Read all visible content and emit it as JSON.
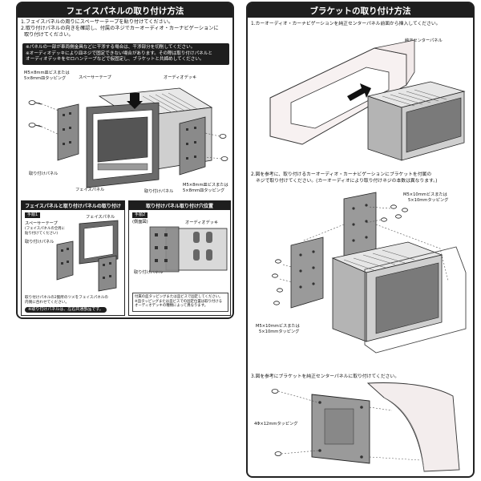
{
  "left_panel": {
    "title": "フェイスパネルの取り付け方法",
    "step1": "1.フェイスパネルの周りにスペーサーテープを貼り付けてください。",
    "step2_line1": "2.取り付けパネルの向きを確認し、付属のネジでカーオーディオ・カーナビゲーションに",
    "step2_line2": "取り付けてください。",
    "note_line1": "※パネルの一部が車両側金具などに干渉する場合は、干渉部分を切削してください。",
    "note_line2": "※オーディオデッキにより皿ネジで固定できない場合があります。その際は取り付けパネルと",
    "note_line3": "オーディオデッキをセロハンテープなどで仮固定し、ブラケットと共締めしてください。",
    "labels": {
      "screw_top_1": "M5×8mm皿ビスまたは",
      "screw_top_2": "5×8mm皿タッピング",
      "spacer_tape": "スペーサーテープ",
      "audio_deck": "オーディオデッキ",
      "mount_panel_left": "取り付けパネル",
      "face_panel": "フェイスパネル",
      "mount_panel_right": "取り付けパネル",
      "screw_bottom_1": "M5×8mm皿ビスまたは",
      "screw_bottom_2": "5×8mm皿タッピング"
    },
    "sub_left": {
      "title": "フェイスパネルと取り付けパネルの取り付け",
      "step_tag": "手順1",
      "spacer_tape": "スペーサーテープ",
      "spacer_note_1": "(フェイスパネルの全周に",
      "spacer_note_2": "貼り付けてください)",
      "face_panel": "フェイスパネル",
      "mount_panel": "取り付けパネル",
      "bottom_1": "取り付けパネルの2箇所のツメをフェイスパネルの",
      "bottom_2": "内側に合わせてください。",
      "warn": "※取り付けパネルは、左右共通部品です。"
    },
    "sub_right": {
      "title": "取り付けパネル取り付け穴位置",
      "step_tag_1": "手順2",
      "step_tag_2": "(側面図)",
      "audio_deck": "オーディオデッキ",
      "mount_panel": "取り付けパネル",
      "box_1": "付属の皿タッピングまたは皿ビスで固定してください。",
      "box_2": "※皿タッピングまたは皿ビスでの固定位置は取り付ける",
      "box_3": "オーディオデッキの種類によって異なります。"
    }
  },
  "right_panel": {
    "title": "ブラケットの取り付け方法",
    "step1": "1.カーオーディオ・カーナビゲーションを純正センターパネル前面から挿入してください。",
    "label_center_panel": "純正センターパネル",
    "step2_line1": "2.図を参考に、取り付けるカーオーディオ・カーナビゲーションにブラケットを付属の",
    "step2_line2": "ネジで取り付けてください。(カーオーディオにより取り付けネジの本数は異なります。)",
    "screw_top_1": "M5×10mmビスまたは",
    "screw_top_2": "5×10mmタッピング",
    "screw_bottom_1": "M5×10mmビスまたは",
    "screw_bottom_2": "5×10mmタッピング",
    "step3": "3.図を参考にブラケットを純正センターパネルに取り付けてください。",
    "screw_step3": "4Φ×12mmタッピング"
  }
}
